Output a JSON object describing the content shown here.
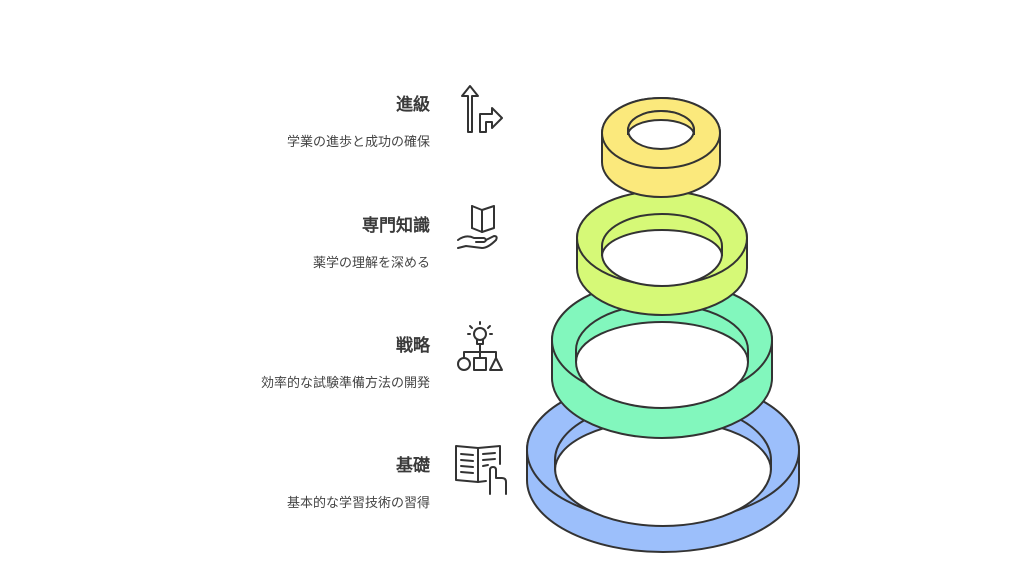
{
  "levels": [
    {
      "title": "進級",
      "description": "学業の進歩と成功の確保",
      "icon": "arrow-turn-icon",
      "color": "#fbe97c"
    },
    {
      "title": "専門知識",
      "description": "薬学の理解を深める",
      "icon": "book-in-hand-icon",
      "color": "#d6f977"
    },
    {
      "title": "戦略",
      "description": "効率的な試験準備方法の開発",
      "icon": "strategy-lightbulb-shapes-icon",
      "color": "#82f7bd"
    },
    {
      "title": "基礎",
      "description": "基本的な学習技術の習得",
      "icon": "open-book-pointer-icon",
      "color": "#9cbffb"
    }
  ],
  "colors": {
    "outline": "#333333",
    "text_title": "#3a3a3a",
    "text_desc": "#444444"
  }
}
